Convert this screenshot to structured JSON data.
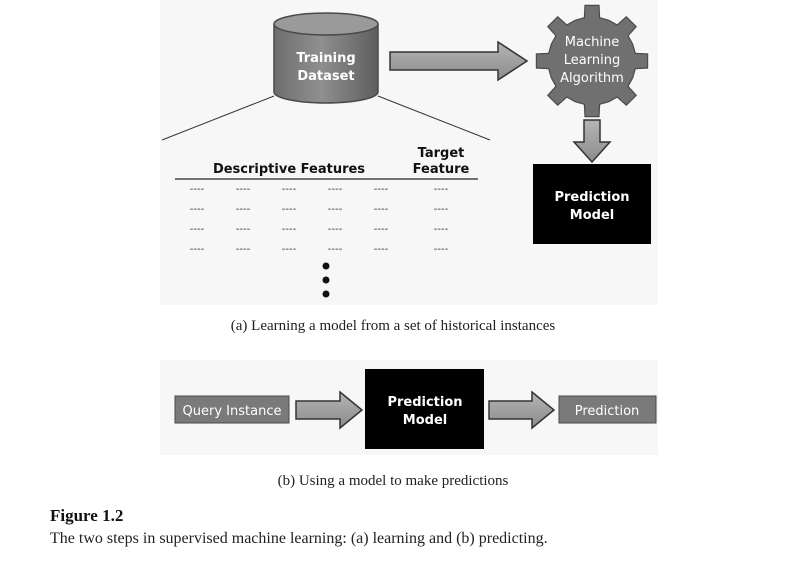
{
  "diagram_a": {
    "training_dataset": [
      "Training",
      "Dataset"
    ],
    "algorithm": [
      "Machine",
      "Learning",
      "Algorithm"
    ],
    "prediction_model": [
      "Prediction",
      "Model"
    ],
    "descriptive_features_label": "Descriptive Features",
    "target_feature_label": [
      "Target",
      "Feature"
    ],
    "cell_placeholder": "----"
  },
  "caption_a": "(a) Learning a model from a set of historical instances",
  "diagram_b": {
    "query_instance": "Query Instance",
    "prediction_model": [
      "Prediction",
      "Model"
    ],
    "prediction": "Prediction"
  },
  "caption_b": "(b) Using a model to make predictions",
  "figure": {
    "label": "Figure 1.2",
    "text": "The two steps in supervised machine learning: (a) learning and (b) predicting."
  }
}
